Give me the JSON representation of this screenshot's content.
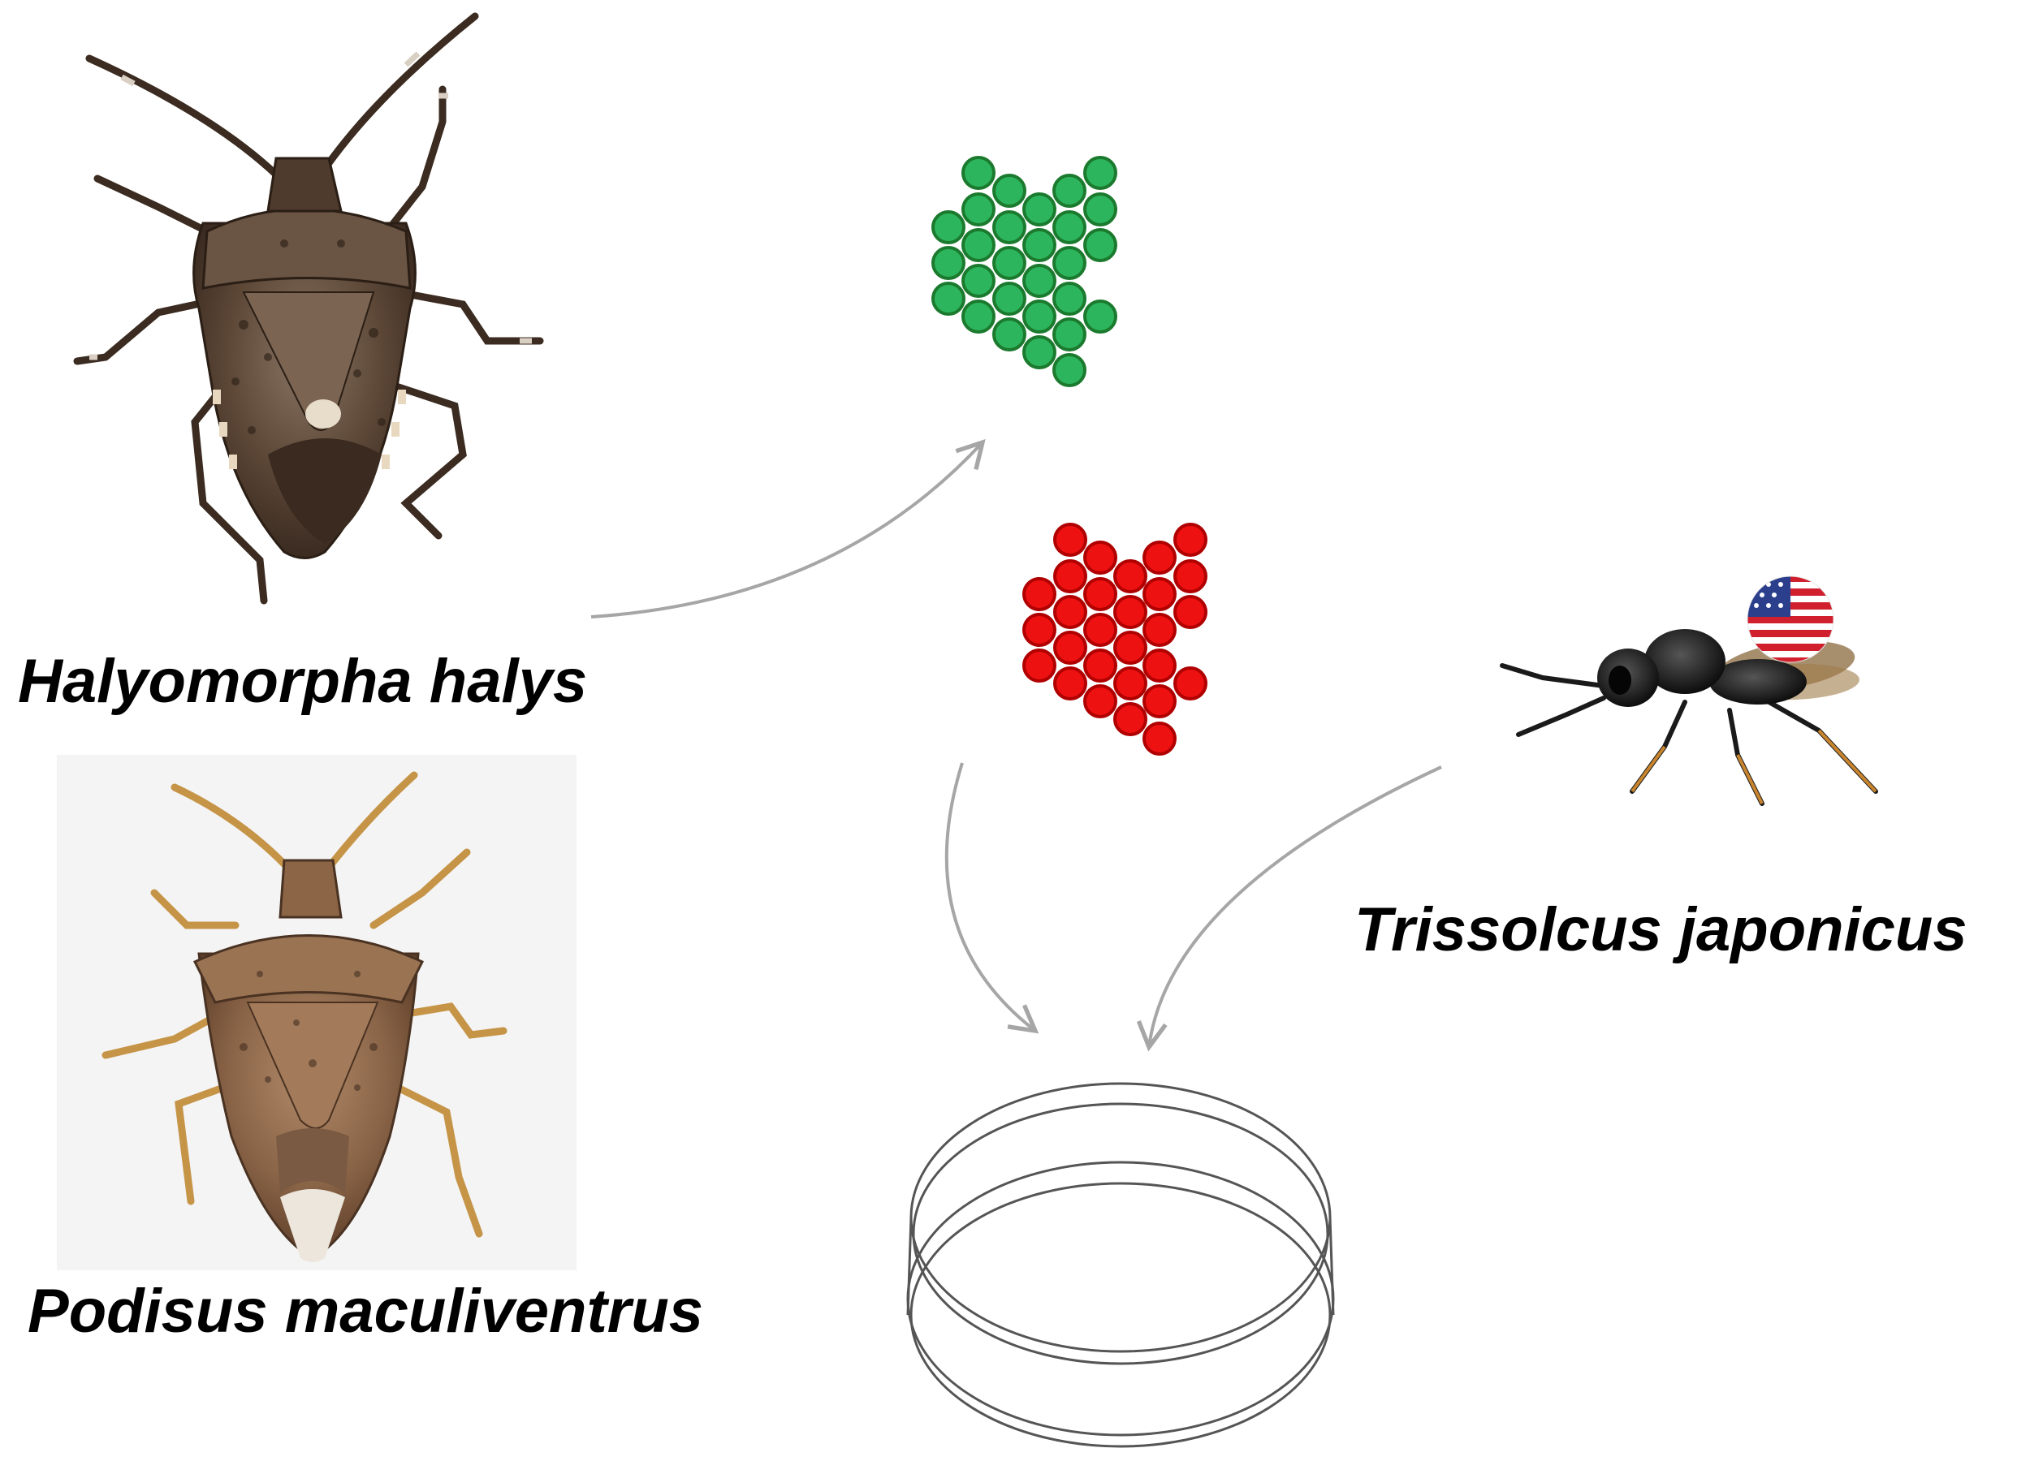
{
  "labels": {
    "halyomorpha": "Halyomorpha halys",
    "podisus": "Podisus maculiventrus",
    "trissolcus": "Trissolcus japonicus"
  },
  "colors": {
    "green_egg_fill": "#2db55d",
    "green_egg_stroke": "#1b7a2e",
    "red_egg_fill": "#ee1111",
    "red_egg_stroke": "#b00000",
    "arrow": "#a6a6a6",
    "dish": "#555555"
  },
  "icons": {
    "flag": "us-flag-icon",
    "dish": "petri-dish-icon"
  }
}
